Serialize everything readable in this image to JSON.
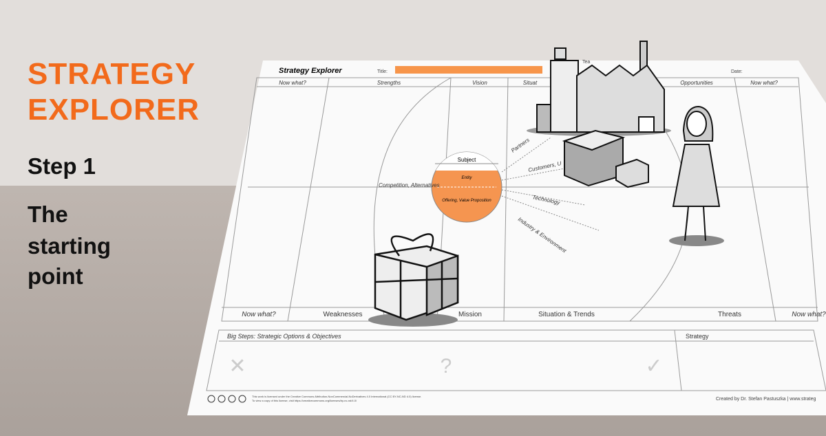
{
  "slide": {
    "title_line1": "STRATEGY",
    "title_line2": "EXPLORER",
    "step": "Step 1",
    "subtitle_line1": "The",
    "subtitle_line2": "starting",
    "subtitle_line3": "point"
  },
  "canvas": {
    "name": "Strategy Explorer",
    "title_label": "Title:",
    "team_label": "Tea",
    "date_label": "Date:",
    "top_headers": [
      "Now what?",
      "Strengths",
      "Vision",
      "Situat",
      "Opportunities",
      "Now what?"
    ],
    "bottom_headers": [
      "Now what?",
      "Weaknesses",
      "Mission",
      "Situation & Trends",
      "Threats",
      "Now what?"
    ],
    "center": {
      "subject": "Subject",
      "entity": "Entity",
      "offering": "Offering, Value Proposition"
    },
    "rays": [
      "Partners",
      "Customers, U",
      "Technology",
      "Industry & Environment"
    ],
    "competition": "Competition, Alternatives",
    "big_steps": "Big Steps: Strategic Options & Objectives",
    "strategy": "Strategy",
    "symbols": [
      "✕",
      "?",
      "✓"
    ],
    "license_line1": "This work is licensed under the Creative Commons Attribution-NonCommercial-NoDerivatives 4.0 International (CC BY-NC-ND 4.0) license.",
    "license_line2": "To view a copy of this license, visit https://creativecommons.org/licenses/by-nc-nd/4.0/",
    "credit": "Created by Dr. Stefan Pastuszka  |  www.strateg"
  },
  "colors": {
    "accent": "#f26a1b",
    "title_bar": "#f7954a",
    "center_circle": "#f59550"
  }
}
